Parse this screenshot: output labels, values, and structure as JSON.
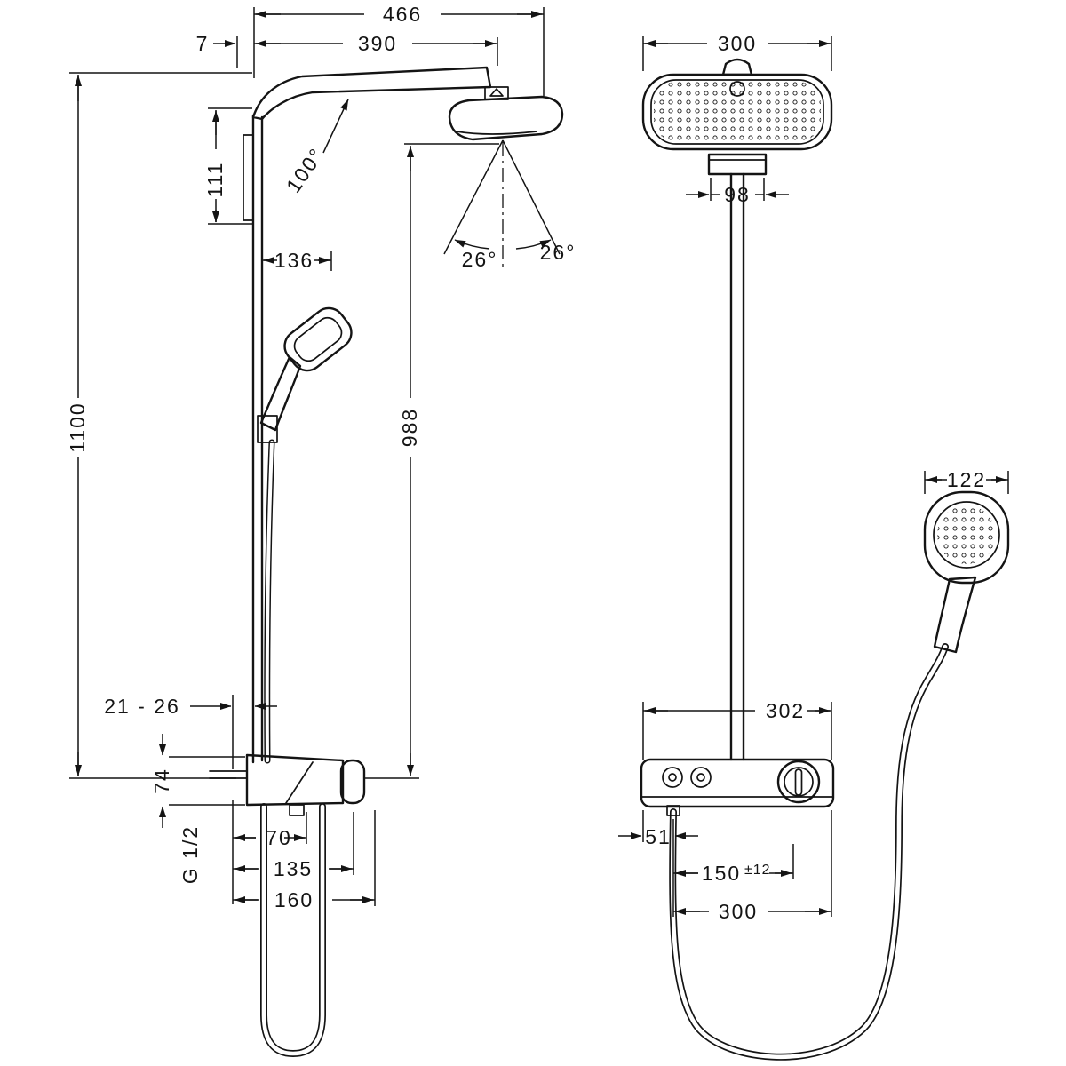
{
  "colors": {
    "background": "#ffffff",
    "ink": "#141414"
  },
  "side_view": {
    "dim_overall_reach": "466",
    "dim_arm_length": "390",
    "dim_wall_gap": "7",
    "dim_arm_angle": "100°",
    "dim_bracket_height": "111",
    "dim_handshower_offset": "136",
    "dim_total_height": "1100",
    "dim_head_drop": "988",
    "dim_spray_angle_left": "26°",
    "dim_spray_angle_right": "26°",
    "dim_wall_thickness_range": "21 - 26",
    "dim_valve_height": "74",
    "label_thread": "G 1/2",
    "dim_hose_outlet": "70",
    "dim_valve_depth": "135",
    "dim_overall_depth": "160"
  },
  "front_view": {
    "dim_head_width": "300",
    "dim_flange_width": "98",
    "dim_valve_width": "302",
    "dim_hose_offset": "51",
    "dim_knob_distance": "150",
    "dim_knob_tolerance": "±12",
    "dim_connection_span": "300",
    "dim_handshower_width": "122"
  }
}
